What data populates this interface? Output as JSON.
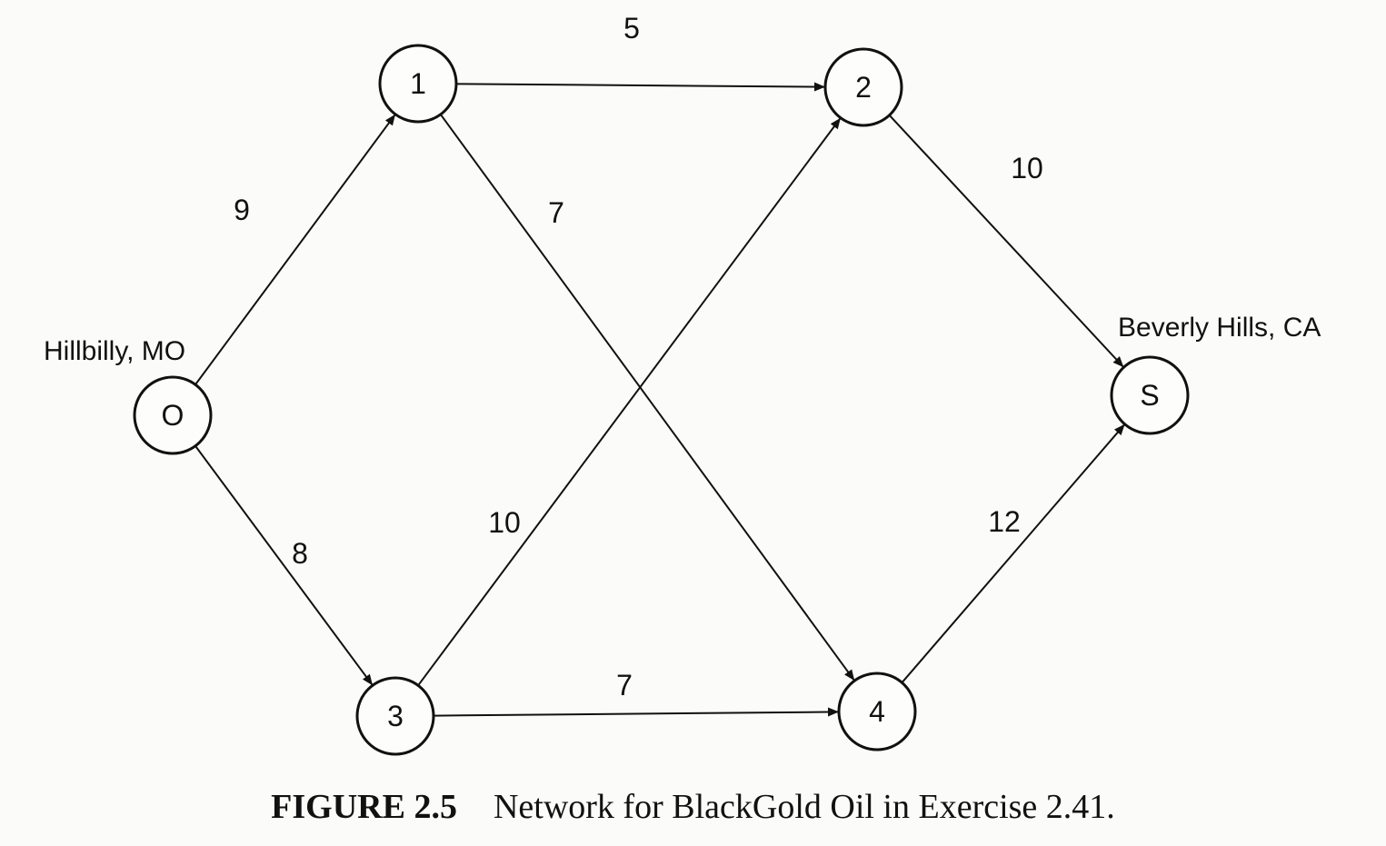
{
  "nodes": [
    {
      "id": "O",
      "label": "O"
    },
    {
      "id": "1",
      "label": "1"
    },
    {
      "id": "2",
      "label": "2"
    },
    {
      "id": "3",
      "label": "3"
    },
    {
      "id": "4",
      "label": "4"
    },
    {
      "id": "S",
      "label": "S"
    }
  ],
  "edges": [
    {
      "from": "O",
      "to": "1",
      "label": "9"
    },
    {
      "from": "O",
      "to": "3",
      "label": "8"
    },
    {
      "from": "1",
      "to": "2",
      "label": "5"
    },
    {
      "from": "1",
      "to": "4",
      "label": "7"
    },
    {
      "from": "3",
      "to": "2",
      "label": "10"
    },
    {
      "from": "3",
      "to": "4",
      "label": "7"
    },
    {
      "from": "2",
      "to": "S",
      "label": "10"
    },
    {
      "from": "4",
      "to": "S",
      "label": "12"
    }
  ],
  "places": {
    "source": "Hillbilly, MO",
    "sink": "Beverly Hills, CA"
  },
  "caption": {
    "number": "FIGURE 2.5",
    "text": "Network for BlackGold Oil in Exercise 2.41."
  }
}
